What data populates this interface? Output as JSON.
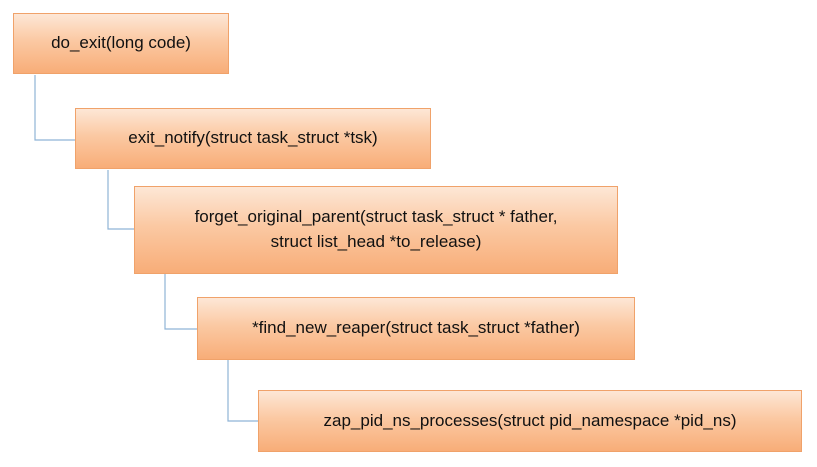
{
  "diagram": {
    "nodes": [
      {
        "id": "do_exit",
        "text": "do_exit(long code)"
      },
      {
        "id": "exit_notify",
        "text": "exit_notify(struct task_struct *tsk)"
      },
      {
        "id": "forget_original_parent",
        "text": "forget_original_parent(struct task_struct * father,\nstruct list_head *to_release)"
      },
      {
        "id": "find_new_reaper",
        "text": "*find_new_reaper(struct task_struct *father)"
      },
      {
        "id": "zap_pid_ns_processes",
        "text": "zap_pid_ns_processes(struct pid_namespace *pid_ns)"
      }
    ],
    "edges": [
      {
        "from": "do_exit",
        "to": "exit_notify"
      },
      {
        "from": "exit_notify",
        "to": "forget_original_parent"
      },
      {
        "from": "forget_original_parent",
        "to": "find_new_reaper"
      },
      {
        "from": "find_new_reaper",
        "to": "zap_pid_ns_processes"
      }
    ],
    "colors": {
      "node_fill_top": "#fde7d6",
      "node_fill_bottom": "#f8ad78",
      "node_border": "#f0a26a",
      "connector": "#8fb4d6"
    }
  }
}
